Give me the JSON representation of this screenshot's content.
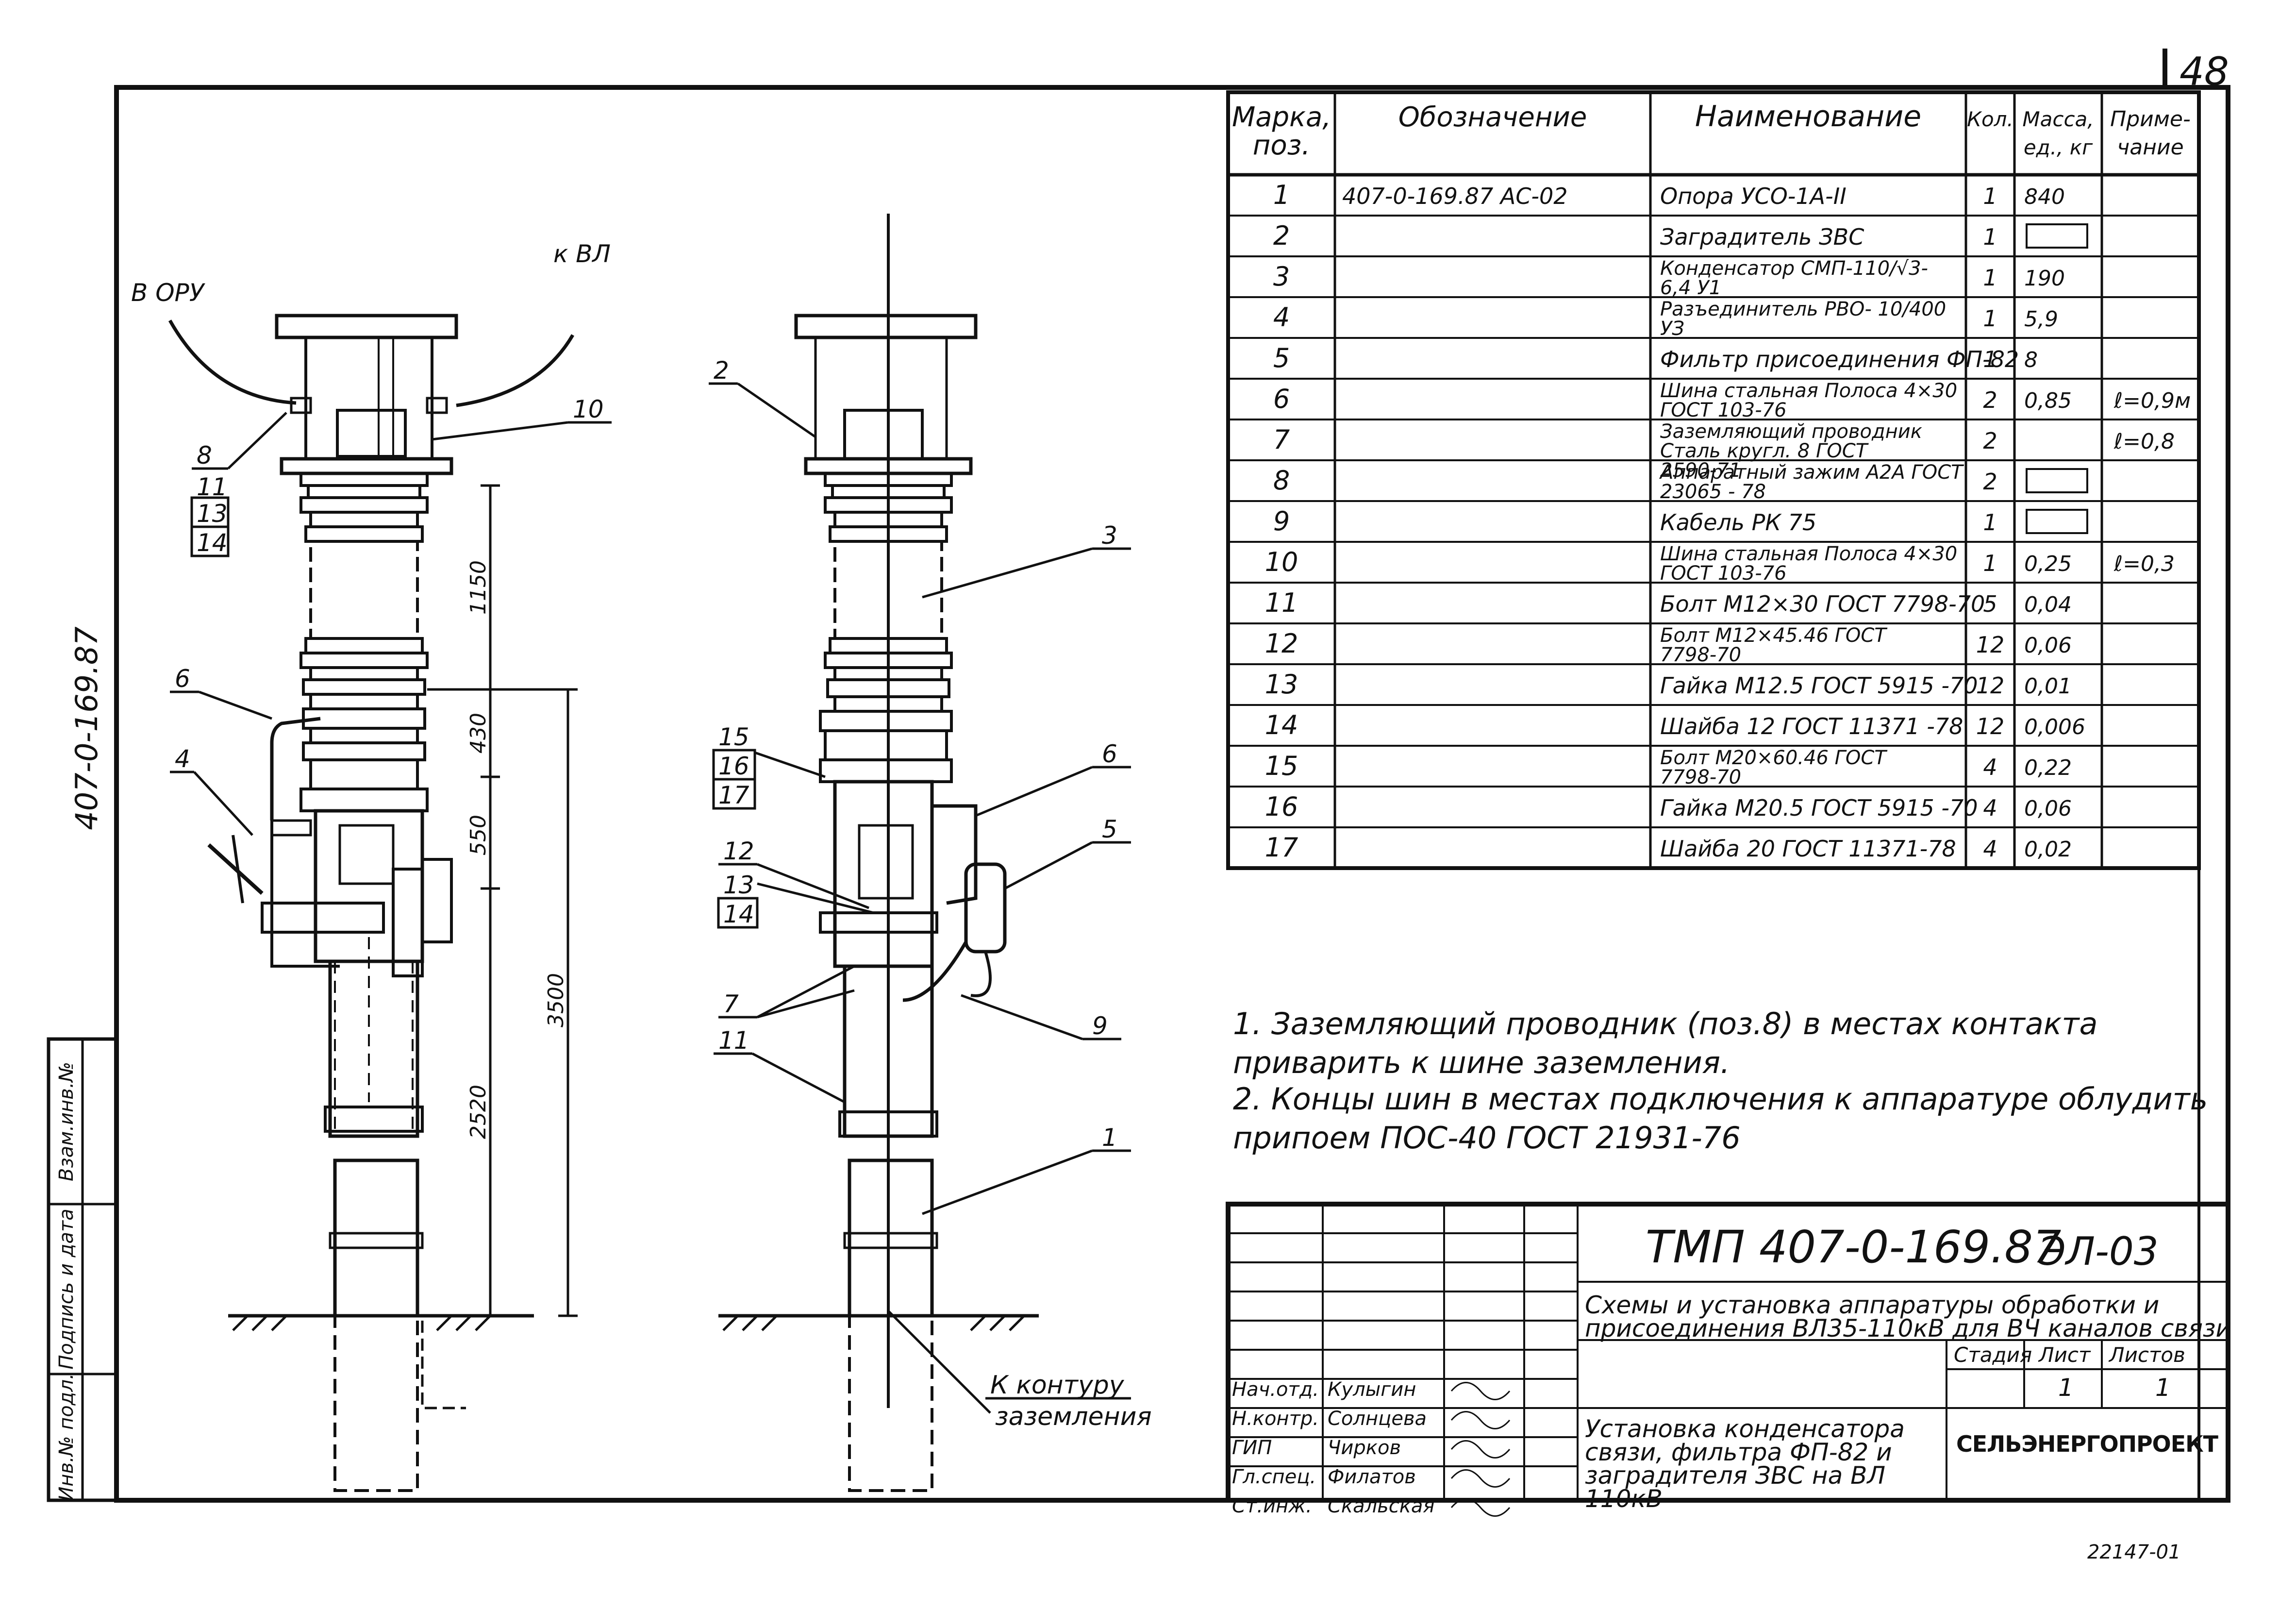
{
  "sheet_number": "48",
  "side_code": "407-0-169.87",
  "bottom_mark": "22147-01",
  "drawing": {
    "label_vru": "В ОРУ",
    "label_kvl": "к ВЛ",
    "ground_note_line1": "К контуру",
    "ground_note_line2": "заземления",
    "dims": [
      "1150",
      "430",
      "550",
      "3500",
      "2520"
    ],
    "left_callouts": [
      "8",
      "11",
      "13",
      "14",
      "6",
      "4",
      "10"
    ],
    "right_callouts": [
      "2",
      "3",
      "15",
      "16",
      "17",
      "6",
      "5",
      "12",
      "13",
      "14",
      "7",
      "11",
      "9",
      "1"
    ]
  },
  "spec": {
    "headers": [
      "Марка, поз.",
      "Обозначение",
      "Наименование",
      "Кол.",
      "Масса, ед., кг",
      "Приме- чание"
    ],
    "rows": [
      {
        "pos": "1",
        "des": "407-0-169.87      АС-02",
        "name": "Опора УСО-1А-II",
        "qty": "1",
        "mass": "840",
        "note": ""
      },
      {
        "pos": "2",
        "des": "",
        "name": "Заградитель ЗВС",
        "qty": "1",
        "mass": "",
        "note": ""
      },
      {
        "pos": "3",
        "des": "",
        "name": "Конденсатор СМП-110/√3- 6,4 У1",
        "qty": "1",
        "mass": "190",
        "note": ""
      },
      {
        "pos": "4",
        "des": "",
        "name": "Разъединитель РВО- 10/400 УЗ",
        "qty": "1",
        "mass": "5,9",
        "note": ""
      },
      {
        "pos": "5",
        "des": "",
        "name": "Фильтр присоединения ФП-82",
        "qty": "1",
        "mass": "8",
        "note": ""
      },
      {
        "pos": "6",
        "des": "",
        "name": "Шина стальная Полоса 4×30 ГОСТ 103-76",
        "qty": "2",
        "mass": "0,85",
        "note": "ℓ=0,9м"
      },
      {
        "pos": "7",
        "des": "",
        "name": "Заземляющий проводник Сталь кругл. 8 ГОСТ 2590-71",
        "qty": "2",
        "mass": "",
        "note": "ℓ=0,8"
      },
      {
        "pos": "8",
        "des": "",
        "name": "Аппаратный зажим А2А ГОСТ 23065 - 78",
        "qty": "2",
        "mass": "",
        "note": ""
      },
      {
        "pos": "9",
        "des": "",
        "name": "Кабель РК 75",
        "qty": "1",
        "mass": "",
        "note": ""
      },
      {
        "pos": "10",
        "des": "",
        "name": "Шина стальная Полоса 4×30 ГОСТ 103-76",
        "qty": "1",
        "mass": "0,25",
        "note": "ℓ=0,3"
      },
      {
        "pos": "11",
        "des": "",
        "name": "Болт М12×30 ГОСТ 7798-70",
        "qty": "5",
        "mass": "0,04",
        "note": ""
      },
      {
        "pos": "12",
        "des": "",
        "name": "Болт М12×45.46 ГОСТ 7798-70",
        "qty": "12",
        "mass": "0,06",
        "note": ""
      },
      {
        "pos": "13",
        "des": "",
        "name": "Гайка М12.5 ГОСТ 5915 -70",
        "qty": "12",
        "mass": "0,01",
        "note": ""
      },
      {
        "pos": "14",
        "des": "",
        "name": "Шайба 12 ГОСТ 11371 -78",
        "qty": "12",
        "mass": "0,006",
        "note": ""
      },
      {
        "pos": "15",
        "des": "",
        "name": "Болт М20×60.46 ГОСТ 7798-70",
        "qty": "4",
        "mass": "0,22",
        "note": ""
      },
      {
        "pos": "16",
        "des": "",
        "name": "Гайка М20.5 ГОСТ 5915 -70",
        "qty": "4",
        "mass": "0,06",
        "note": ""
      },
      {
        "pos": "17",
        "des": "",
        "name": "Шайба 20 ГОСТ 11371-78",
        "qty": "4",
        "mass": "0,02",
        "note": ""
      }
    ]
  },
  "notes": [
    "1. Заземляющий проводник (поз.8) в местах контакта приварить к шине заземления.",
    "2. Концы шин в местах подключения к аппаратуре облудить припоем ПОС-40 ГОСТ 21931-76"
  ],
  "title_block": {
    "code": "ТМП 407-0-169.87",
    "sheet_code": "ЭЛ-03",
    "project_title": "Схемы и установка аппаратуры обработки и присоединения ВЛ35-110кВ для ВЧ каналов связи",
    "stage_label": "Стадия",
    "sheet_label": "Лист",
    "sheets_label": "Листов",
    "sheet_value": "1",
    "sheets_value": "1",
    "drawing_title": "Установка конденсатора связи, фильтра ФП-82 и заградителя ЗВС на ВЛ 110кВ",
    "organization": "СЕЛЬЭНЕРГОПРОЕКТ",
    "signatures": [
      {
        "role": "Нач.отд.",
        "name": "Кулыгин"
      },
      {
        "role": "Н.контр.",
        "name": "Солнцева"
      },
      {
        "role": "ГИП",
        "name": "Чирков"
      },
      {
        "role": "Гл.спец.",
        "name": "Филатов"
      },
      {
        "role": "Ст.инж.",
        "name": "Скальская"
      }
    ]
  },
  "side_stamp": [
    "Инв.№ подл.",
    "Подпись и дата",
    "Взам.инв.№"
  ]
}
